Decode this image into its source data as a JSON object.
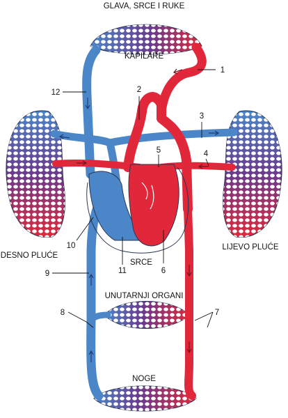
{
  "labels": {
    "head_arms": "GLAVA, SRCE I RUKE",
    "capillaries": "KAPILARE",
    "heart": "SRCE",
    "right_lung": "DESNO PLUĆE",
    "left_lung": "LIJEVO PLUĆE",
    "internal_organs": "UNUTARNJI ORGANI",
    "legs": "NOGE"
  },
  "numbers": {
    "n1": "1",
    "n2": "2",
    "n3": "3",
    "n4": "4",
    "n5": "5",
    "n6": "6",
    "n7": "7",
    "n8": "8",
    "n9": "9",
    "n10": "10",
    "n11": "11",
    "n12": "12"
  },
  "colors": {
    "venous_blue": "#4a86c8",
    "arterial_red": "#e0283a",
    "capillary_purple": "#6a3a8c"
  }
}
